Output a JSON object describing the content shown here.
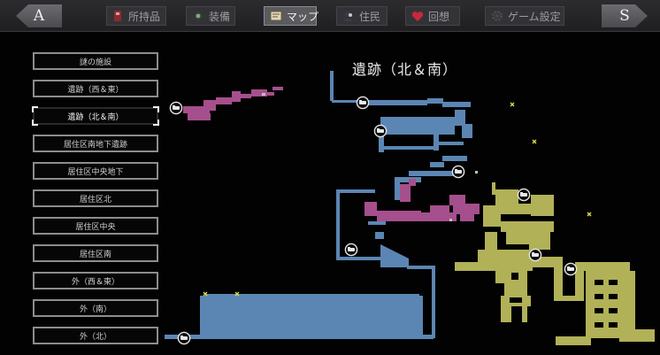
{
  "menu": {
    "left_key": "A",
    "right_key": "S",
    "tabs": [
      {
        "label": "所持品",
        "icon": "inventory-icon",
        "active": false
      },
      {
        "label": "装備",
        "icon": "equipment-icon",
        "active": false
      },
      {
        "label": "マップ",
        "icon": "map-icon",
        "active": true
      },
      {
        "label": "住民",
        "icon": "residents-icon",
        "active": false
      },
      {
        "label": "回想",
        "icon": "heart-icon",
        "active": false
      },
      {
        "label": "ゲーム設定",
        "icon": "gear-icon",
        "active": false
      }
    ]
  },
  "areas": [
    {
      "label": "謎の施設",
      "selected": false
    },
    {
      "label": "遺跡（西＆東）",
      "selected": false
    },
    {
      "label": "遺跡（北＆南）",
      "selected": true
    },
    {
      "label": "居住区南地下遺跡",
      "selected": false
    },
    {
      "label": "居住区中央地下",
      "selected": false
    },
    {
      "label": "居住区北",
      "selected": false
    },
    {
      "label": "居住区中央",
      "selected": false
    },
    {
      "label": "居住区南",
      "selected": false
    },
    {
      "label": "外（西＆東）",
      "selected": false
    },
    {
      "label": "外（南）",
      "selected": false
    },
    {
      "label": "外（北）",
      "selected": false
    }
  ],
  "map": {
    "title": "遺跡（北＆南）",
    "colors": {
      "explored_blue": "#5b86b3",
      "explored_pink": "#a64f8d",
      "explored_olive": "#b1b158",
      "marker_yellow": "#e1db4a",
      "save_point_ring": "#e8e8e8"
    },
    "legend_icons": {
      "save_point": "bed-icon",
      "item_marker": "cross-marker-icon"
    }
  }
}
